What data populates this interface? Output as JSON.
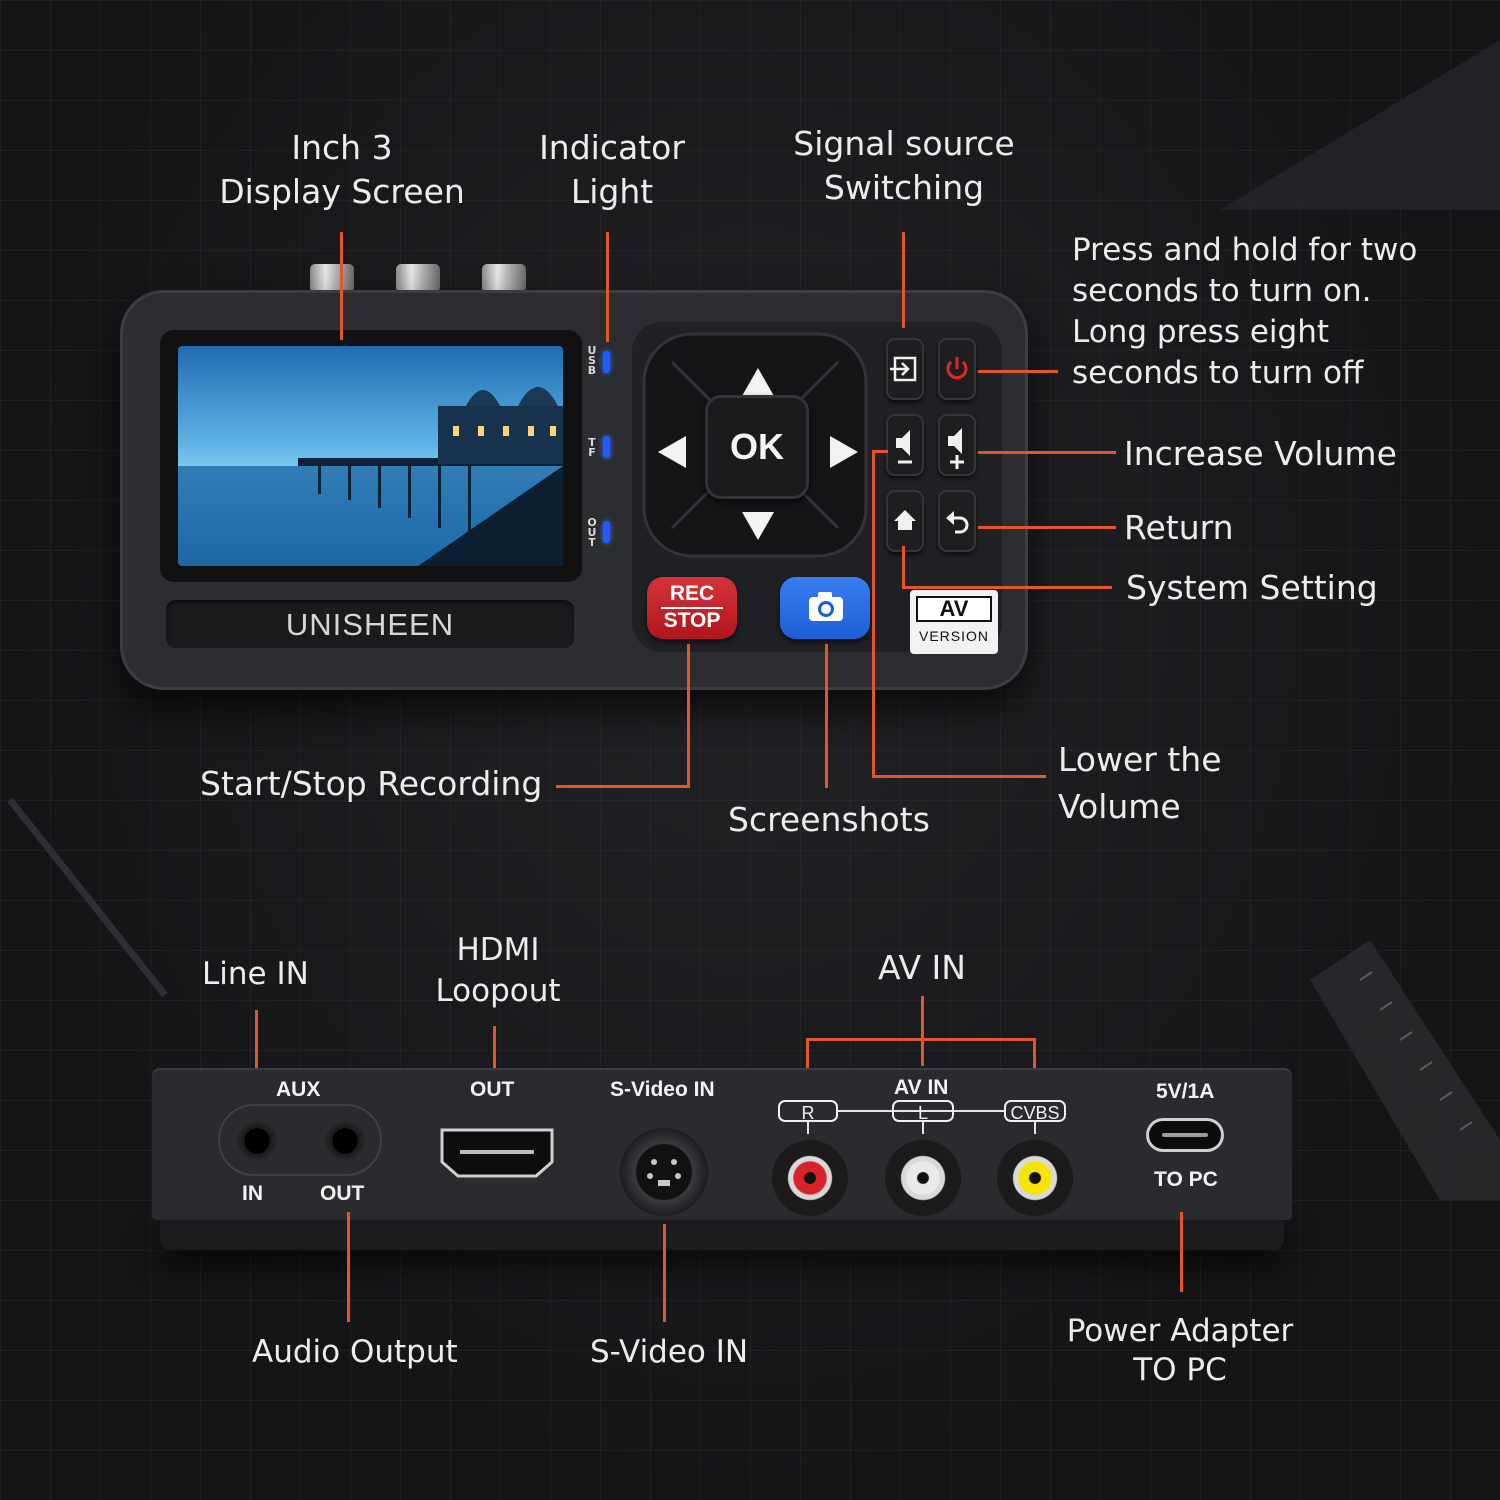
{
  "front_labels": {
    "display_screen": [
      "Inch 3",
      "Display Screen"
    ],
    "indicator_light": [
      "Indicator",
      "Light"
    ],
    "signal_source": [
      "Signal source",
      "Switching"
    ],
    "power": [
      "Press and hold for two",
      "seconds to turn on.",
      "Long press eight",
      "seconds to turn off"
    ],
    "increase_volume": "Increase Volume",
    "return": "Return",
    "system_setting": "System Setting",
    "start_stop": "Start/Stop Recording",
    "screenshots": "Screenshots",
    "lower_volume": [
      "Lower the",
      "Volume"
    ]
  },
  "device_front": {
    "brand": "UNISHEEN",
    "indicators": [
      "USB",
      "TF",
      "OUT"
    ],
    "ok_label": "OK",
    "rec_label": [
      "REC",
      "STOP"
    ],
    "av_badge": [
      "AV",
      "VERSION"
    ]
  },
  "back_labels": {
    "line_in": "Line IN",
    "hdmi_loopout": [
      "HDMI",
      "Loopout"
    ],
    "av_in": "AV IN",
    "audio_output": "Audio Output",
    "svideo_in": "S-Video IN",
    "power_adapter": [
      "Power Adapter",
      "TO PC"
    ]
  },
  "device_back": {
    "aux": "AUX",
    "aux_in": "IN",
    "aux_out": "OUT",
    "hdmi_out": "OUT",
    "svideo": "S-Video IN",
    "av_in": "AV IN",
    "r": "R",
    "l": "L",
    "cvbs": "CVBS",
    "power": "5V/1A",
    "to_pc": "TO PC"
  },
  "colors": {
    "callout_line": "#e2572a",
    "rca_red": "#d8232a",
    "rca_white": "#e9e9e9",
    "rca_yellow": "#f5e400",
    "led_blue": "#1e5cff"
  },
  "icons": [
    "up-arrow-icon",
    "down-arrow-icon",
    "left-arrow-icon",
    "right-arrow-icon",
    "input-switch-icon",
    "power-icon",
    "volume-down-icon",
    "volume-up-icon",
    "home-icon",
    "return-icon",
    "camera-icon"
  ]
}
